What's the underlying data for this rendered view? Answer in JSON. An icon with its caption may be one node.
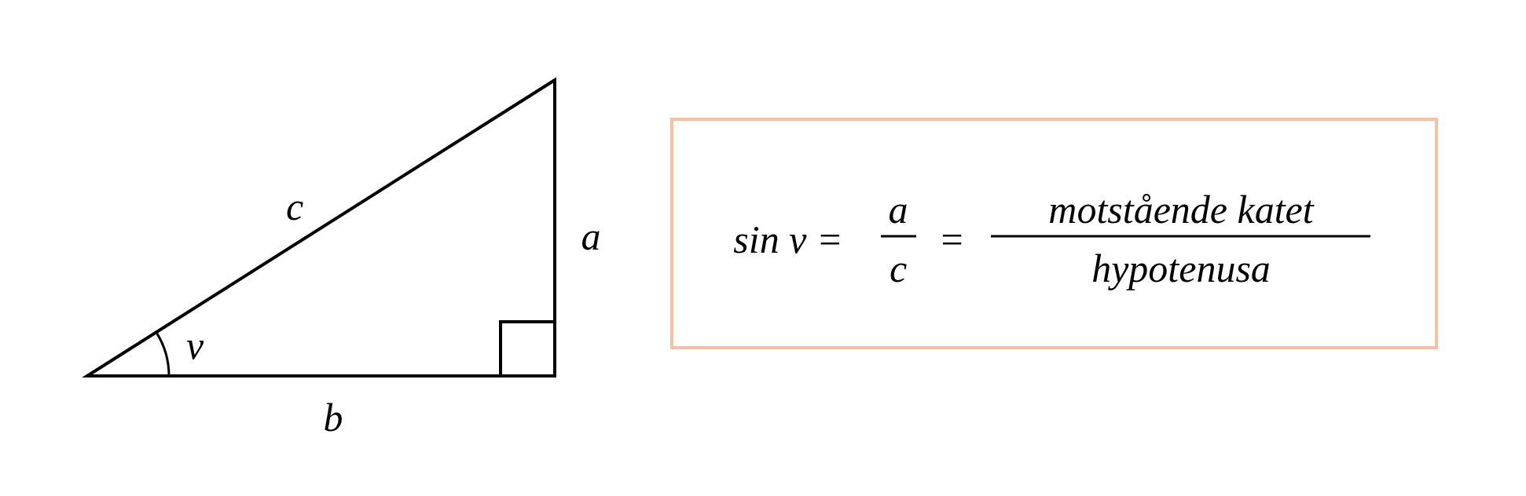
{
  "diagram": {
    "nodes": [
      {
        "text": [
          "sin v =",
          "a",
          "c",
          "=",
          "motstående katet",
          "hypotenusa"
        ]
      }
    ],
    "labels": [
      "c",
      "a",
      "v",
      "b"
    ]
  }
}
